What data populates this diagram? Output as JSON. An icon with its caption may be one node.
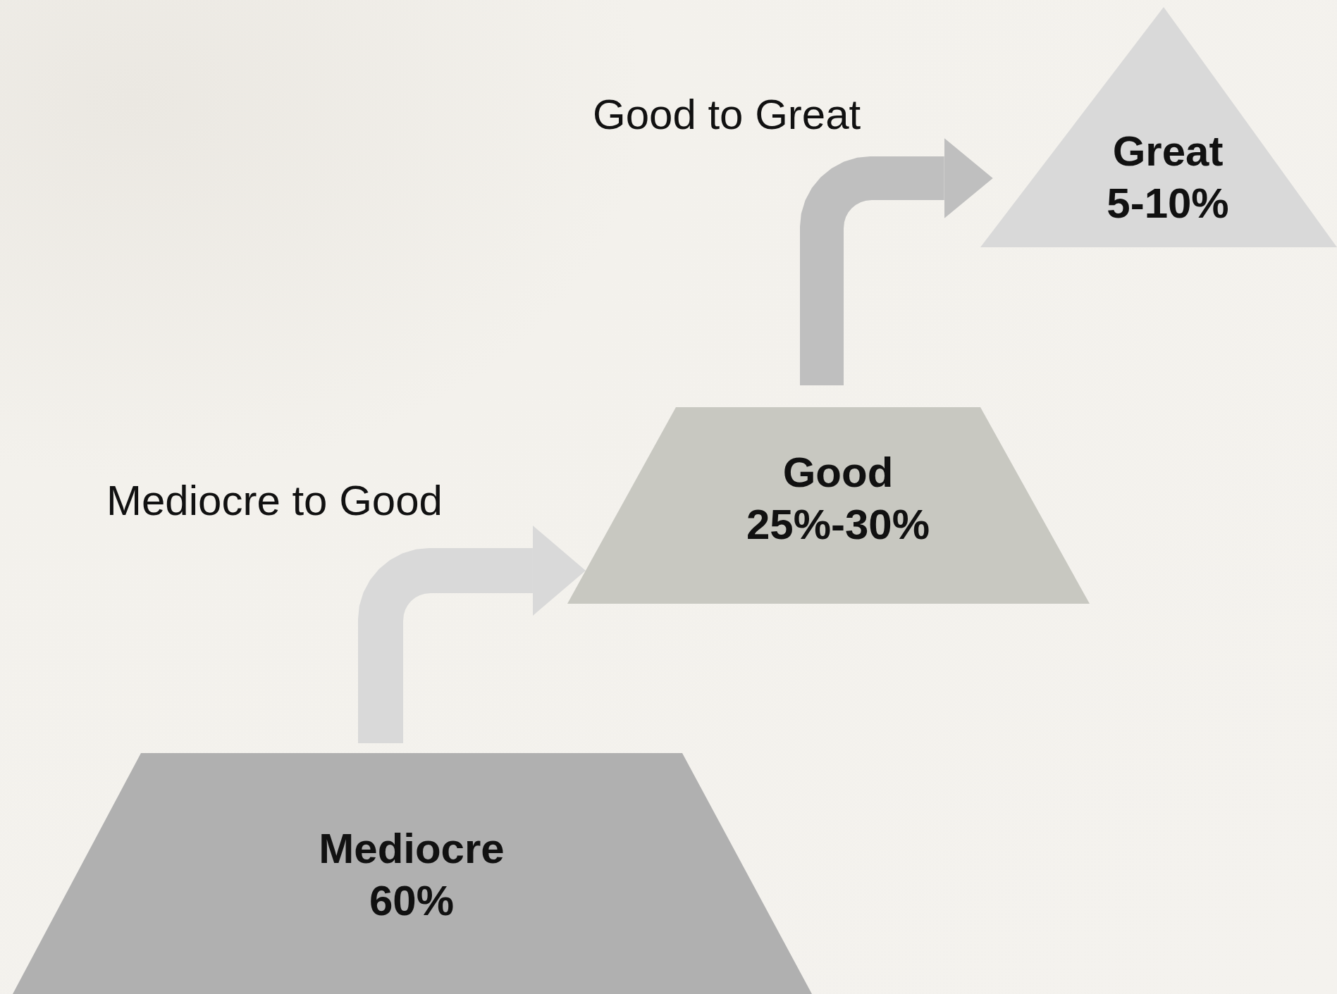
{
  "diagram": {
    "nodes": [
      {
        "text": [
          "Great",
          "5-10%"
        ]
      },
      {
        "text": [
          "Good",
          "25%-30%"
        ]
      },
      {
        "text": [
          "Mediocre",
          "60%"
        ]
      }
    ],
    "edges": [
      {
        "from": 2,
        "to": 1,
        "arrow": "to",
        "label": "Mediocre to Good",
        "color": "#d9d9d9"
      },
      {
        "from": 1,
        "to": 0,
        "arrow": "to",
        "label": "Good to Great",
        "color": "#bfbfbf"
      }
    ]
  }
}
